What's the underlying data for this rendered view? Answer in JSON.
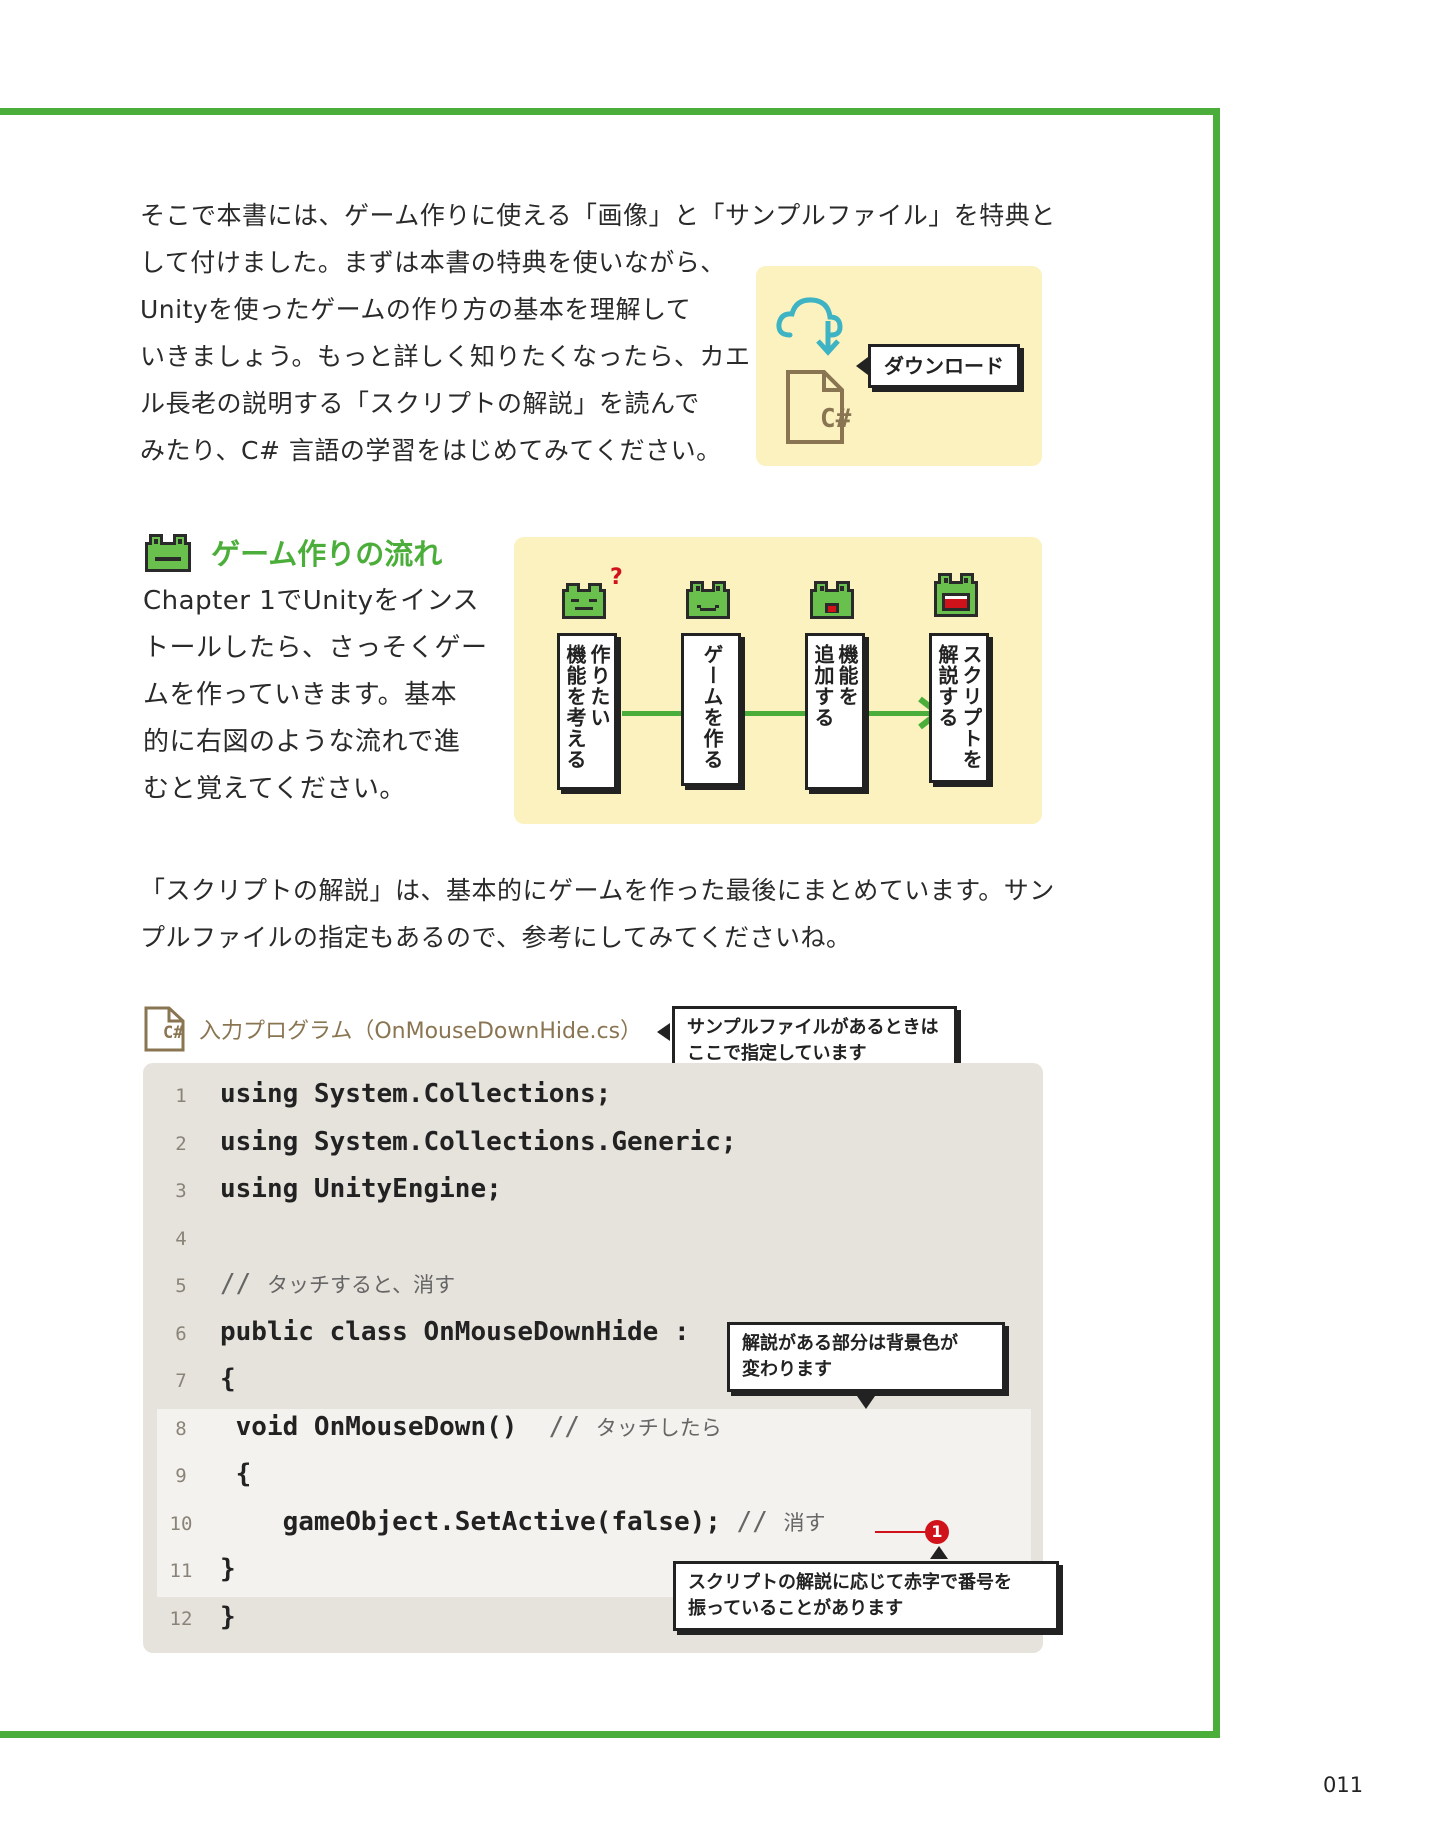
{
  "intro": {
    "lines": [
      "そこで本書には、ゲーム作りに使える「画像」と「サンプルファイル」を特典と",
      "して付けました。まずは本書の特典を使いながら、",
      "Unityを使ったゲームの作り方の基本を理解して",
      "いきましょう。もっと詳しく知りたくなったら、カエ",
      "ル長老の説明する「スクリプトの解説」を読んで",
      "みたり、C# 言語の学習をはじめてみてください。"
    ]
  },
  "download_box": {
    "file_icon_text": "C#",
    "callout": "ダウンロード"
  },
  "section": {
    "heading": "ゲーム作りの流れ",
    "lines": [
      "Chapter 1でUnityをインス",
      "トールしたら、さっそくゲー",
      "ムを作っていきます。基本",
      "的に右図のような流れで進",
      "むと覚えてください。"
    ]
  },
  "flow": {
    "steps": [
      {
        "col1": "作りたい",
        "col2": "機能を考える"
      },
      {
        "col1": "ゲームを作る",
        "col2": ""
      },
      {
        "col1": "機能を",
        "col2": "追加する"
      },
      {
        "col1": "スクリプトを",
        "col2": "解説する"
      }
    ],
    "question_mark": "?",
    "line_color": "#4cae3a"
  },
  "note": {
    "lines": [
      "「スクリプトの解説」は、基本的にゲームを作った最後にまとめています。サン",
      "プルファイルの指定もあるので、参考にしてみてくださいね。"
    ]
  },
  "program": {
    "file_icon_text": "C#",
    "label": "入力プログラム（OnMouseDownHide.cs）",
    "callout_file": [
      "サンプルファイルがあるときは",
      "ここで指定しています"
    ],
    "callout_bg": [
      "解説がある部分は背景色が",
      "変わります"
    ],
    "callout_num": [
      "スクリプトの解説に応じて赤字で番号を",
      "振っていることがあります"
    ],
    "marker": "1",
    "lines": [
      {
        "n": "1",
        "code": "using System.Collections;",
        "comment": ""
      },
      {
        "n": "2",
        "code": "using System.Collections.Generic;",
        "comment": ""
      },
      {
        "n": "3",
        "code": "using UnityEngine;",
        "comment": ""
      },
      {
        "n": "4",
        "code": "",
        "comment": ""
      },
      {
        "n": "5",
        "code": "",
        "slash": "// ",
        "comment": "タッチすると、消す"
      },
      {
        "n": "6",
        "code": "public class OnMouseDownHide :",
        "comment": ""
      },
      {
        "n": "7",
        "code": "{",
        "comment": ""
      },
      {
        "n": "8",
        "code": " void OnMouseDown()  ",
        "slash": "// ",
        "comment": "タッチしたら"
      },
      {
        "n": "9",
        "code": " {",
        "comment": ""
      },
      {
        "n": "10",
        "code": "    gameObject.SetActive(false); ",
        "slash": "// ",
        "comment": "消す"
      },
      {
        "n": "11",
        "code": "}",
        "comment": ""
      },
      {
        "n": "12",
        "code": "}",
        "comment": ""
      }
    ]
  },
  "page_number": "011",
  "colors": {
    "frame": "#4cae3a",
    "heading": "#4cae3a",
    "panel": "#fbf2bf",
    "code_bg": "#e6e2dc",
    "cloud": "#3db3c4",
    "marker": "#d0121b"
  }
}
